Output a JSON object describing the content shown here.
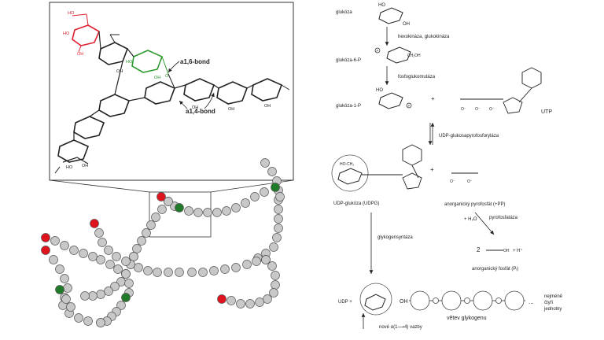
{
  "left_panel": {
    "bond_a16": "a1,6-bond",
    "bond_a14": "a1,4-bond",
    "atom_labels": {
      "ho": "HO",
      "oh": "OH",
      "o": "O"
    }
  },
  "pathway": {
    "glucose": "glukóza",
    "hexokinase": "hexokináza, glukokináza",
    "g6p": "glukóza-6-P",
    "phosphoglucomutase": "fosfoglukomutáza",
    "g1p": "glukóza-1-P",
    "plus": "+",
    "utp": "UTP",
    "udp_pyrophosphorylase": "UDP-glukosapyrofosforyláza",
    "udpg": "UDP-glukóza (UDPG)",
    "ppi": "anorganický pyrofosfát (+PP)",
    "h2o": "+ H₂O",
    "pyrophosphatase": "pyrofosfatáza",
    "two": "2",
    "hplus": "+ H⁺",
    "pi": "anorganický fosfát (Pᵢ)",
    "glycogen_synthase": "glykogensyntáza",
    "udp": "UDP +",
    "branch": "větev glykogenu",
    "new_bond": "nové α(1⟶4) vazby",
    "min_units_1": "nejméně",
    "min_units_2": "čtyři",
    "min_units_3": "jednotky",
    "dots": "...",
    "oh": "OH",
    "p": "P",
    "ch2oh": "CH₂OH",
    "ho_ch2": "HO-CH₂",
    "o_minus": "O⁻",
    "o": "O",
    "ho": "HO"
  },
  "colors": {
    "bead_gray": "#c8c8c8",
    "bead_red": "#e0141e",
    "bead_green": "#1f7a2a",
    "ring_red": "#e02030",
    "ring_green": "#2e9a2e",
    "stroke": "#222222"
  }
}
